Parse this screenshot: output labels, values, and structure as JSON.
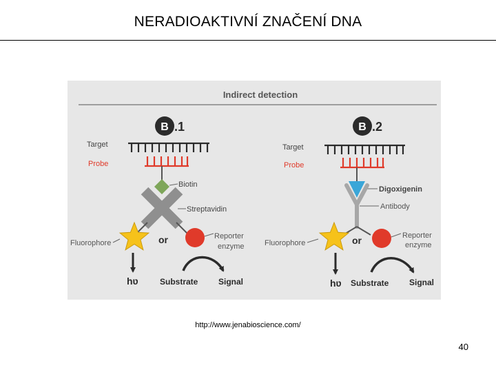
{
  "slide": {
    "title": "NERADIOAKTIVNÍ ZNAČENÍ DNA",
    "source_url": "http://www.jenabioscience.com/",
    "page_number": "40"
  },
  "figure": {
    "heading": "Indirect detection",
    "colors": {
      "background": "#e7e7e7",
      "probe_red": "#e03a2a",
      "biotin_green": "#7ea65a",
      "streptavidin_gray": "#8f8f8f",
      "digoxigenin_blue": "#3aa6d8",
      "antibody_gray": "#a7a7a7",
      "star_yellow": "#f6c21a",
      "reporter_red": "#e03a2a",
      "dark": "#2b2b2b"
    },
    "panel_b1": {
      "badge_letter": "B",
      "badge_suffix": ".1",
      "target_label": "Target",
      "probe_label": "Probe",
      "biotin_label": "Biotin",
      "streptavidin_label": "Streptavidin",
      "fluorophore_label": "Fluorophore",
      "or_label": "or",
      "reporter_line1": "Reporter",
      "reporter_line2": "enzyme",
      "hv_label": "hʋ",
      "substrate_label": "Substrate",
      "signal_label": "Signal"
    },
    "panel_b2": {
      "badge_letter": "B",
      "badge_suffix": ".2",
      "target_label": "Target",
      "probe_label": "Probe",
      "digoxigenin_label": "Digoxigenin",
      "antibody_label": "Antibody",
      "fluorophore_label": "Fluorophore",
      "or_label": "or",
      "reporter_line1": "Reporter",
      "reporter_line2": "enzyme",
      "hv_label": "hʋ",
      "substrate_label": "Substrate",
      "signal_label": "Signal"
    }
  }
}
